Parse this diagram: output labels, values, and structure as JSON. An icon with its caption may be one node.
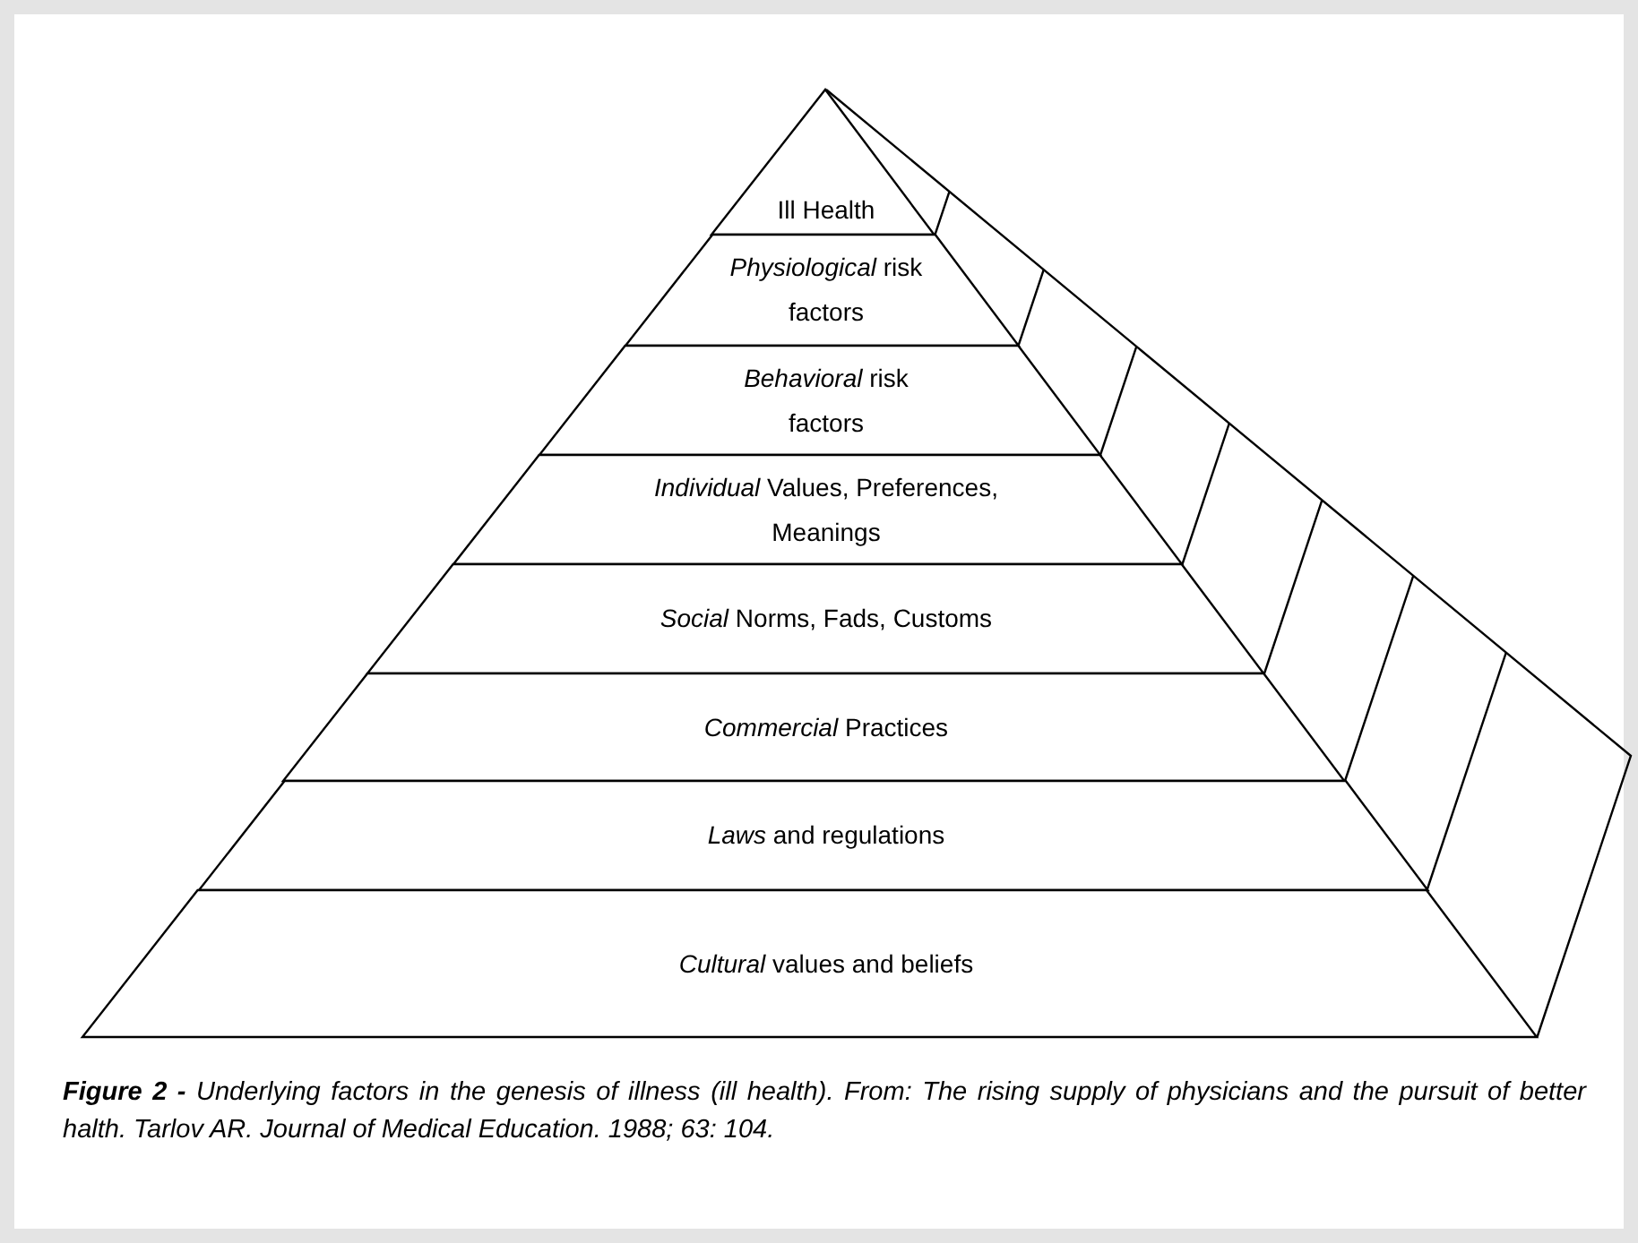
{
  "diagram": {
    "caption": "**Figure 2 -** Underlying factors in the genesis of illness (ill health). From: The rising supply of physicians and the pursuit of better halth. Tarlov AR. Journal of Medical Education. 1988; 63: 104.",
    "nodes": [
      {
        "text": [
          "Ill Health"
        ]
      },
      {
        "text": [
          "*Physiological* risk factors"
        ]
      },
      {
        "text": [
          "*Behavioral* risk factors"
        ]
      },
      {
        "text": [
          "*Individual* Values, Preferences, Meanings"
        ]
      },
      {
        "text": [
          "*Social* Norms, Fads, Customs"
        ]
      },
      {
        "text": [
          "*Commercial* Practices"
        ]
      },
      {
        "text": [
          "*Laws* and regulations"
        ]
      },
      {
        "text": [
          "*Cultural* values and beliefs"
        ]
      }
    ]
  }
}
